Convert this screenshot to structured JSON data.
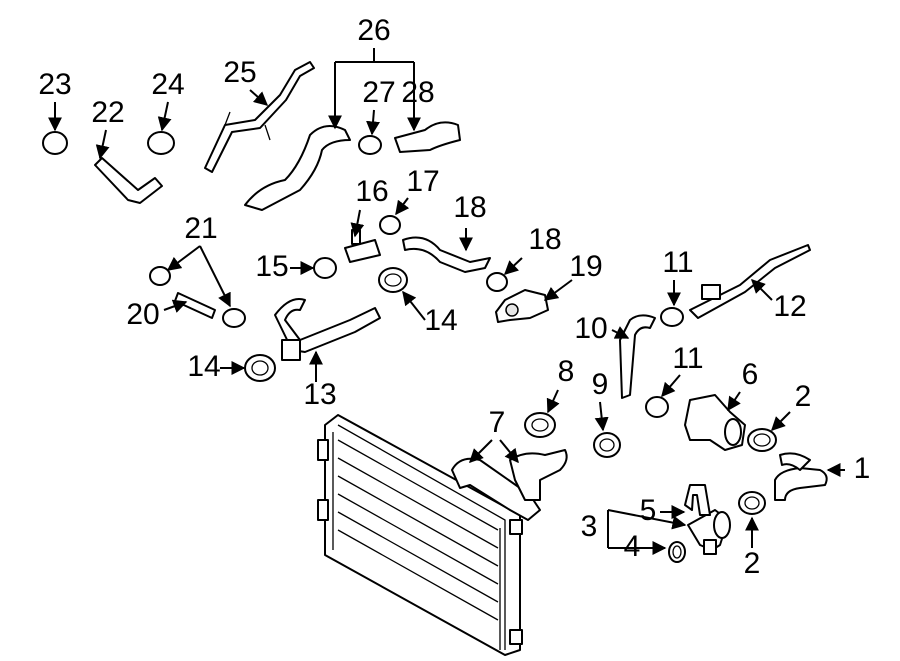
{
  "diagram": {
    "callouts": [
      {
        "id": "c1",
        "text": "1"
      },
      {
        "id": "c2a",
        "text": "2"
      },
      {
        "id": "c2b",
        "text": "2"
      },
      {
        "id": "c3",
        "text": "3"
      },
      {
        "id": "c4",
        "text": "4"
      },
      {
        "id": "c5",
        "text": "5"
      },
      {
        "id": "c6",
        "text": "6"
      },
      {
        "id": "c7",
        "text": "7"
      },
      {
        "id": "c8",
        "text": "8"
      },
      {
        "id": "c9",
        "text": "9"
      },
      {
        "id": "c10",
        "text": "10"
      },
      {
        "id": "c11a",
        "text": "11"
      },
      {
        "id": "c11b",
        "text": "11"
      },
      {
        "id": "c12",
        "text": "12"
      },
      {
        "id": "c13",
        "text": "13"
      },
      {
        "id": "c14a",
        "text": "14"
      },
      {
        "id": "c14b",
        "text": "14"
      },
      {
        "id": "c15",
        "text": "15"
      },
      {
        "id": "c16",
        "text": "16"
      },
      {
        "id": "c17",
        "text": "17"
      },
      {
        "id": "c18a",
        "text": "18"
      },
      {
        "id": "c18b",
        "text": "18"
      },
      {
        "id": "c19",
        "text": "19"
      },
      {
        "id": "c20",
        "text": "20"
      },
      {
        "id": "c21",
        "text": "21"
      },
      {
        "id": "c22",
        "text": "22"
      },
      {
        "id": "c23",
        "text": "23"
      },
      {
        "id": "c24",
        "text": "24"
      },
      {
        "id": "c25",
        "text": "25"
      },
      {
        "id": "c26",
        "text": "26"
      },
      {
        "id": "c27",
        "text": "27"
      },
      {
        "id": "c28",
        "text": "28"
      }
    ]
  }
}
